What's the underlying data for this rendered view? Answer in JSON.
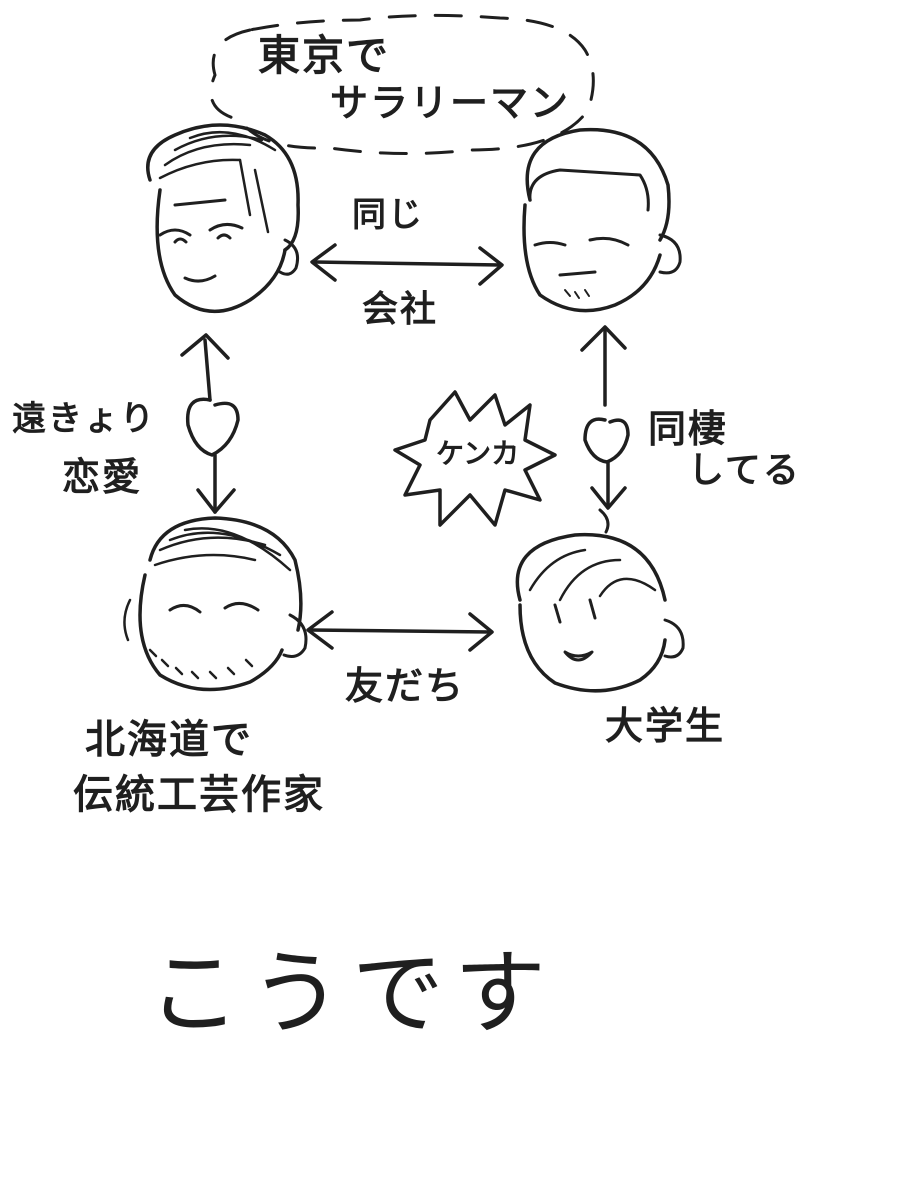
{
  "labels": {
    "cloud_line1": "東京で",
    "cloud_line2": "サラリーマン",
    "same_top": "同じ",
    "company_bottom": "会社",
    "long_distance": "遠きょり",
    "romance": "恋愛",
    "fight": "ケンカ",
    "living_together_1": "同棲",
    "living_together_2": "してる",
    "friends": "友だち",
    "hokkaido_1": "北海道で",
    "hokkaido_2": "伝統工芸作家",
    "student": "大学生",
    "caption": "こうです"
  },
  "colors": {
    "ink": "#1f1f1f",
    "paper": "#ffffff"
  }
}
